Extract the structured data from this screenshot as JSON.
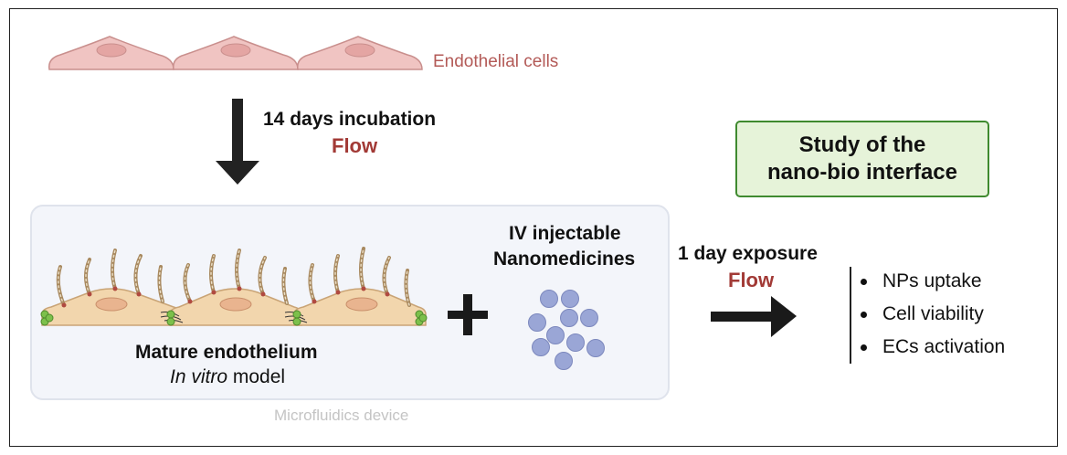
{
  "labels": {
    "cells": "Endothelial cells",
    "incubation": "14 days incubation",
    "flow_top": "Flow",
    "study_line1": "Study of the",
    "study_line2": "nano-bio interface",
    "iv_line1": "IV injectable",
    "iv_line2": "Nanomedicines",
    "exposure": "1 day exposure",
    "flow_right": "Flow",
    "mature": "Mature endothelium",
    "invitro_italic": "In vitro",
    "invitro_rest": " model",
    "device": "Microfluidics device"
  },
  "outcomes": [
    "NPs uptake",
    "Cell viability",
    "ECs activation"
  ],
  "colors": {
    "flow_text": "#a23a36",
    "cell_fill": "#f0c4c2",
    "mature_cell_fill": "#f2d6ad",
    "nanoparticle": "#9aa6d6",
    "study_box_fill": "#e6f3d9",
    "study_box_border": "#3f8a2f"
  },
  "icons": [
    "down-arrow-icon",
    "plus-icon",
    "right-arrow-icon",
    "nanoparticle-icon",
    "endothelial-cell-icon",
    "glycocalyx-icon",
    "junction-icon"
  ]
}
